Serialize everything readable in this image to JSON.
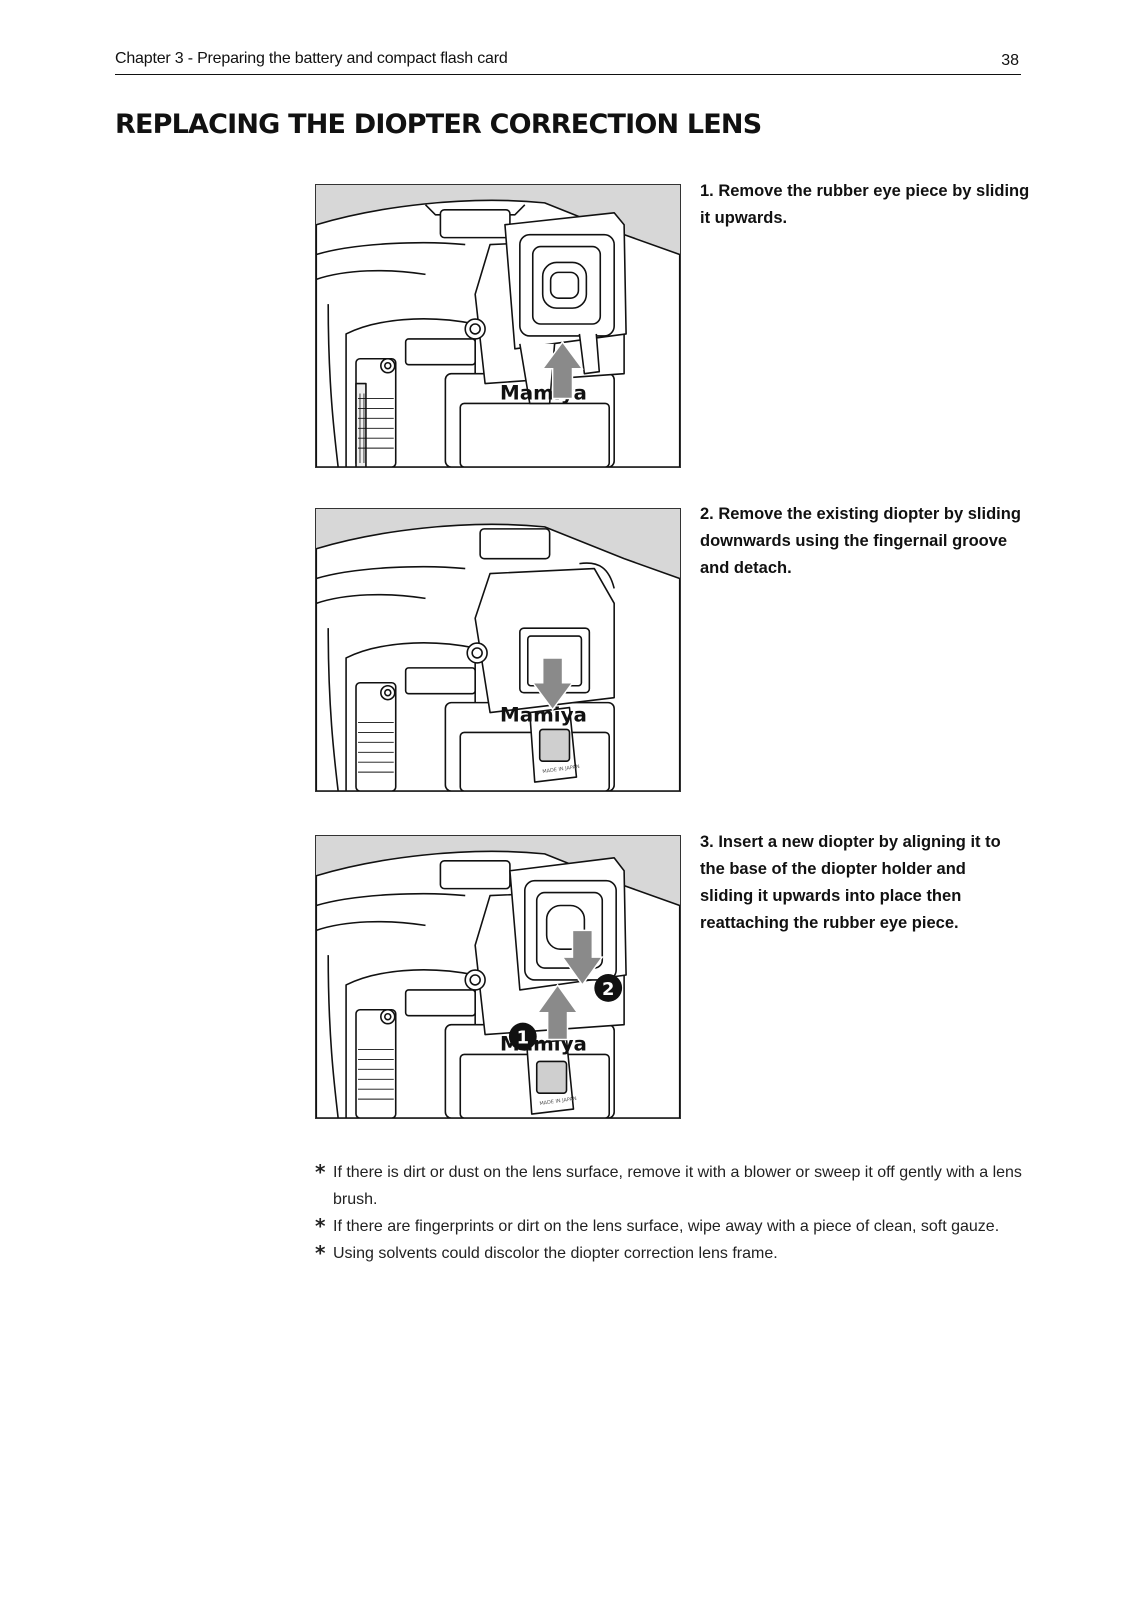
{
  "header": {
    "chapter": "Chapter 3 - Preparing the battery and compact flash card",
    "page_number": "38"
  },
  "title": "REPLACING THE DIOPTER CORRECTION LENS",
  "steps": [
    {
      "text": "1. Remove the rubber eye piece by sliding it upwards."
    },
    {
      "text": "2. Remove the existing diopter by sliding downwards using the fingernail groove and detach."
    },
    {
      "text": "3. Insert a new diopter by aligning it to the base of the diopter holder and sliding it upwards into place then reattaching the rubber eye piece."
    }
  ],
  "figures": {
    "brand_mark": "Mamiya",
    "made_in": "MADE IN JAPAN",
    "callout_1": "1",
    "callout_2": "2"
  },
  "notes": {
    "bullet": "*",
    "items": [
      "If there is dirt or dust on the lens surface, remove it with a blower or sweep it off gently with a lens brush.",
      "If there are fingerprints or dirt on the lens surface, wipe away with a piece of clean, soft gauze.",
      "Using solvents could discolor the diopter correction lens frame."
    ]
  },
  "colors": {
    "figure_background": "#d7d7d7",
    "camera_body": "#ffffff",
    "arrow": "#8a8a8a",
    "line": "#111111"
  }
}
